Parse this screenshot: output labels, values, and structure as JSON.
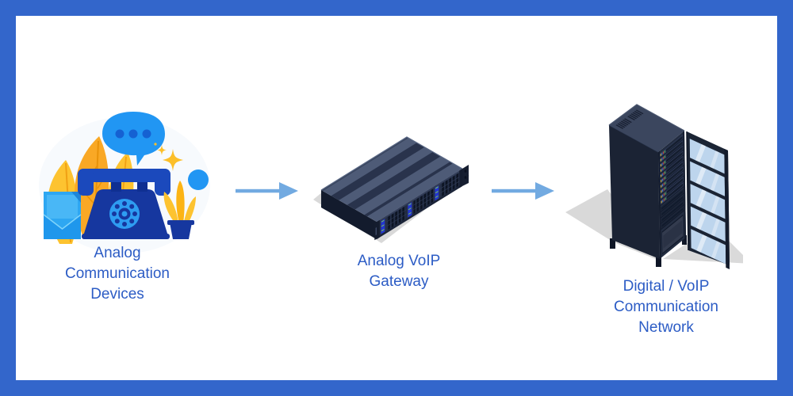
{
  "frame": {
    "border_color": "#3366cb",
    "canvas_background": "#ffffff"
  },
  "palette": {
    "label_text": "#2c5cc5",
    "arrow": "#72aae1",
    "bright_blue": "#2196f3",
    "deep_navy_blue": "#16379f",
    "accent_yellow": "#fcb415",
    "server_chassis_dark": "#222c40",
    "glass_pane_blue": "#bdd5ed",
    "shadow_gray": "#d9d9d9"
  },
  "diagram": {
    "type": "flow",
    "direction": "left-to-right",
    "nodes": [
      {
        "id": "analog-devices",
        "icon": "analog-phone-illustration",
        "label_lines": [
          "Analog",
          "Communication",
          "Devices"
        ]
      },
      {
        "id": "analog-voip-gateway",
        "icon": "voip-gateway-illustration",
        "label_lines": [
          "Analog VoIP",
          "Gateway"
        ]
      },
      {
        "id": "digital-voip-network",
        "icon": "server-rack-illustration",
        "label_lines": [
          "Digital / VoIP",
          "Communication",
          "Network"
        ]
      }
    ],
    "connectors": [
      {
        "id": "arrow-1",
        "from": "analog-devices",
        "to": "analog-voip-gateway",
        "style": "right-arrow"
      },
      {
        "id": "arrow-2",
        "from": "analog-voip-gateway",
        "to": "digital-voip-network",
        "style": "right-arrow"
      }
    ]
  }
}
